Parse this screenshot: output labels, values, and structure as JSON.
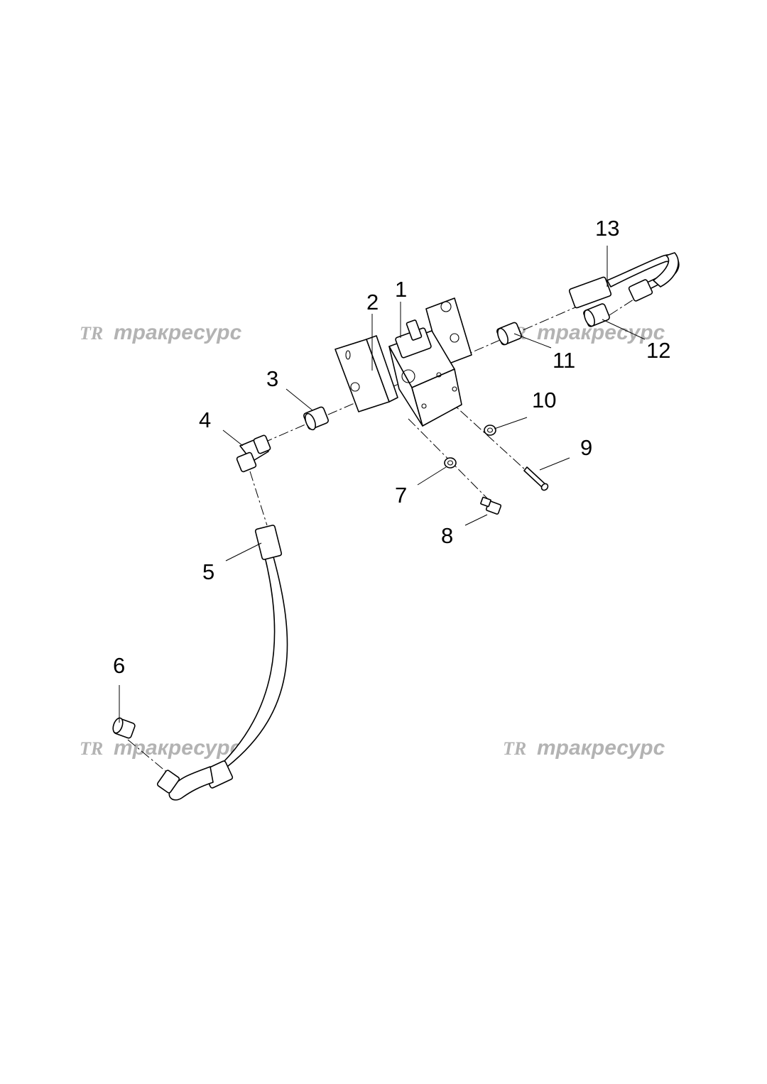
{
  "watermark": {
    "logo": "TR",
    "text": "тракресурс"
  },
  "callouts": [
    "1",
    "2",
    "3",
    "4",
    "5",
    "6",
    "7",
    "8",
    "9",
    "10",
    "11",
    "12",
    "13"
  ]
}
